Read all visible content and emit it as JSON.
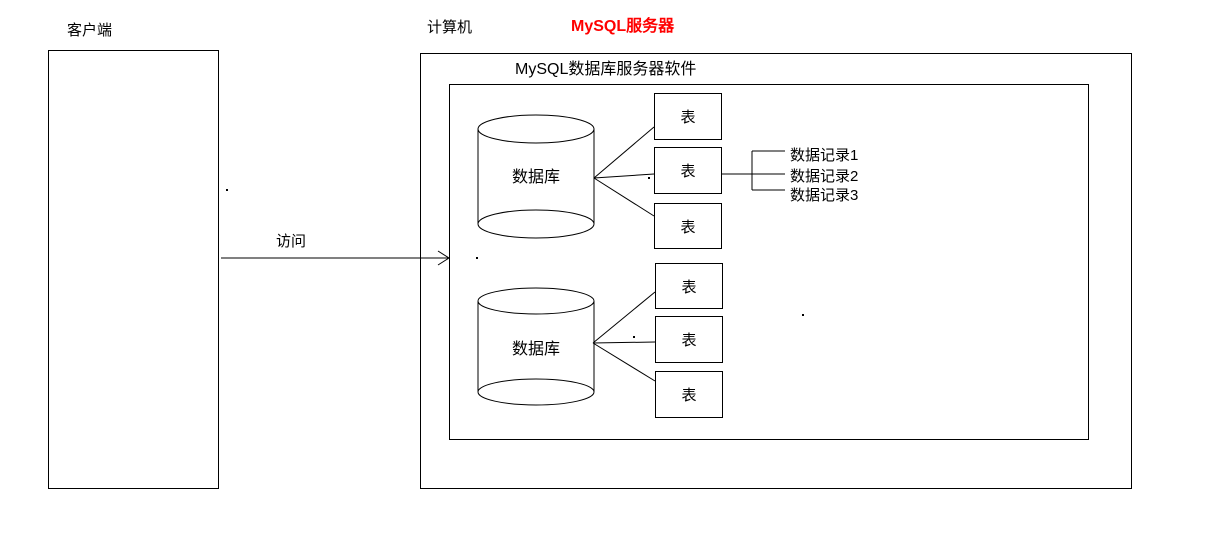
{
  "labels": {
    "client": "客户端",
    "computer": "计算机",
    "server_title": "MySQL服务器",
    "software": "MySQL数据库服务器软件",
    "access": "访问",
    "database": "数据库",
    "table": "表"
  },
  "records": [
    "数据记录1",
    "数据记录2",
    "数据记录3"
  ],
  "colors": {
    "server_title": "#FF0000",
    "line": "#000000",
    "background": "#FFFFFF"
  }
}
